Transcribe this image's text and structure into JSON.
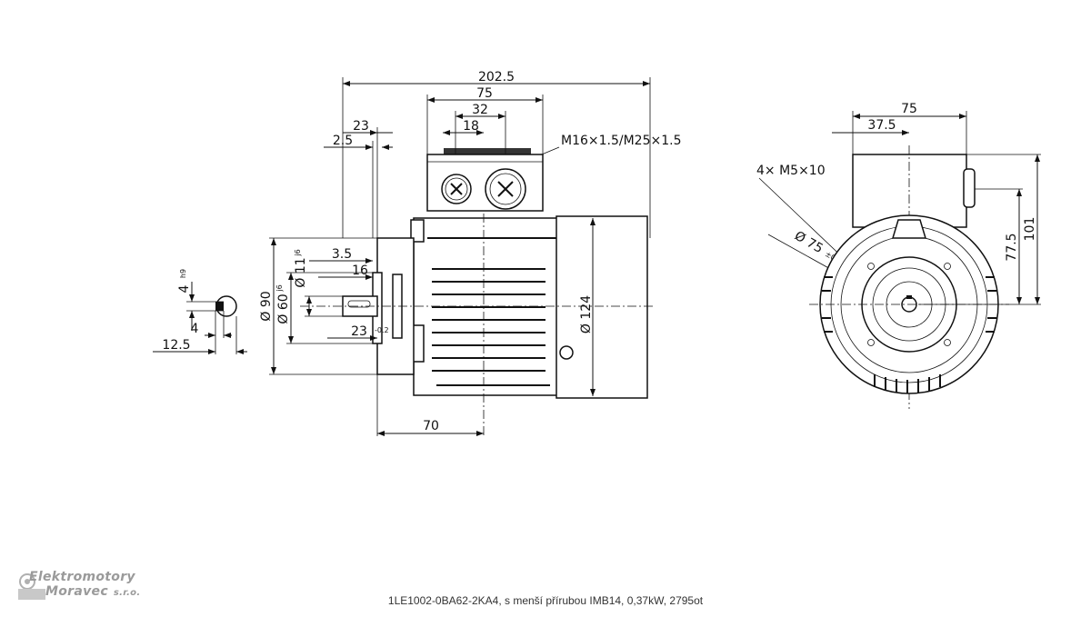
{
  "side_view": {
    "overall_length": "202.5",
    "terminal_box_width": "75",
    "gland_spacing": "32",
    "gland_offset": "18",
    "flange_offset": "23",
    "flange_thickness": "2.5",
    "cable_glands": "M16×1.5/M25×1.5",
    "spigot_depth": "3.5",
    "shaft_shoulder": "16",
    "shaft_diameter": "Ø 11",
    "shaft_tolerance": "j6",
    "flange_diameter": "Ø 90",
    "spigot_diameter": "Ø 60",
    "spigot_tolerance": "j6",
    "shaft_length": "23",
    "shaft_length_tol": "-0.2",
    "body_diameter": "Ø 124",
    "foot_distance": "70"
  },
  "key_detail": {
    "key_width": "4",
    "key_tolerance": "h9",
    "key_height": "4",
    "shaft_height": "12.5"
  },
  "end_view": {
    "box_width": "75",
    "box_half": "37.5",
    "holes": "4× M5×10",
    "pcd": "Ø 75",
    "pcd_tol": "±0.2",
    "height_axis": "77.5",
    "height_box": "101"
  },
  "logo": {
    "line1": "Elektromotory",
    "line2": "Moravec",
    "suffix": "s.r.o."
  },
  "caption": "1LE1002-0BA62-2KA4, s menší přírubou IMB14, 0,37kW, 2795ot"
}
